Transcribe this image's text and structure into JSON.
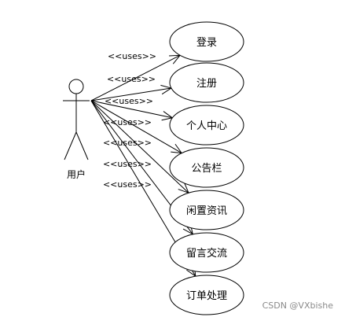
{
  "actor": {
    "name": "用户"
  },
  "stereotype": "<<uses>>",
  "use_cases": [
    {
      "id": "login",
      "label": "登录"
    },
    {
      "id": "register",
      "label": "注册"
    },
    {
      "id": "personal-center",
      "label": "个人中心"
    },
    {
      "id": "announcement",
      "label": "公告栏"
    },
    {
      "id": "idle-info",
      "label": "闲置资讯"
    },
    {
      "id": "message-exchange",
      "label": "留言交流"
    },
    {
      "id": "order-processing",
      "label": "订单处理"
    }
  ],
  "watermark": "CSDN @VXbishe"
}
